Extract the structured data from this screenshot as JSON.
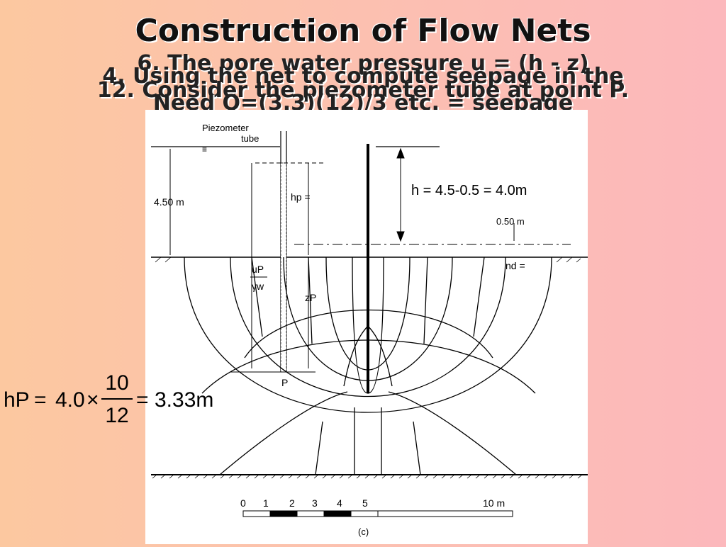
{
  "slide": {
    "title": "Construction of Flow Nets",
    "overlap_lines": [
      "6. The pore water pressure u = (h - z)",
      "4. Using the net to compute seepage in the",
      "12. Consider the piezometer tube at point P.",
      "Need Q=(3.3)(12)/3 etc. = seepage"
    ]
  },
  "diagram": {
    "piezometer_label_1": "Piezometer",
    "piezometer_label_2": "tube",
    "h_equation": "h = 4.5-0.5 = 4.0m",
    "depth_upstream": "4.50 m",
    "depth_downstream": "0.50 m",
    "hp_label": "hp =",
    "nd_label": "nd =",
    "up_label": "uP",
    "gamma_label": "γw",
    "zp_label": "zP",
    "point_label": "P",
    "scale_ticks": [
      "0",
      "1",
      "2",
      "3",
      "4",
      "5",
      "10 m"
    ],
    "caption": "(c)"
  },
  "formula": {
    "lhs": "hP",
    "value": "4.0",
    "numerator": "10",
    "denominator": "12",
    "result": "3.33m"
  }
}
